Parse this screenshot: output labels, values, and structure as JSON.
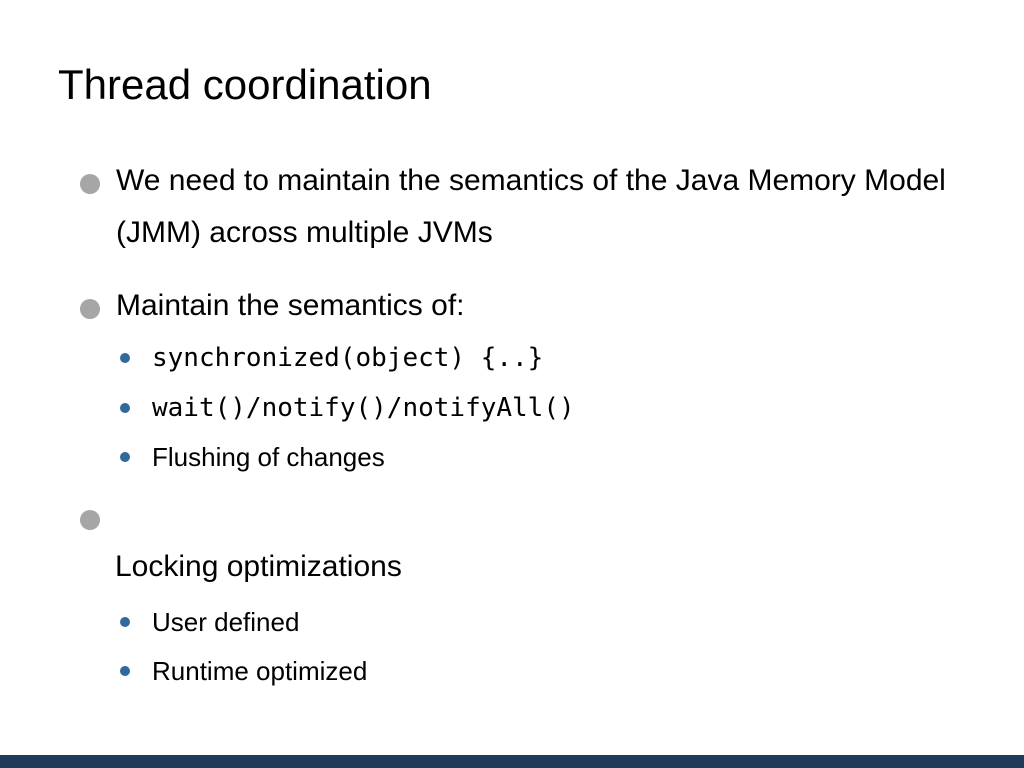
{
  "slide": {
    "title": "Thread coordination",
    "content": {
      "bullet1": "We need to maintain the semantics of the Java Memory Model (JMM) across multiple JVMs",
      "bullet2": "Maintain the semantics of:",
      "sub2": [
        "synchronized(object) {..}",
        "wait()/notify()/notifyAll()",
        "Flushing of changes"
      ],
      "bullet3": "",
      "bullet3_line2": "Locking optimizations",
      "sub3": [
        "User defined",
        "Runtime optimized"
      ]
    },
    "colors": {
      "text": "#000000",
      "background": "#FFFFFF",
      "level1_bullet": "#A6A6A6",
      "level2_bullet": "#31699C",
      "footer_bar": "#1E3C5A"
    }
  }
}
